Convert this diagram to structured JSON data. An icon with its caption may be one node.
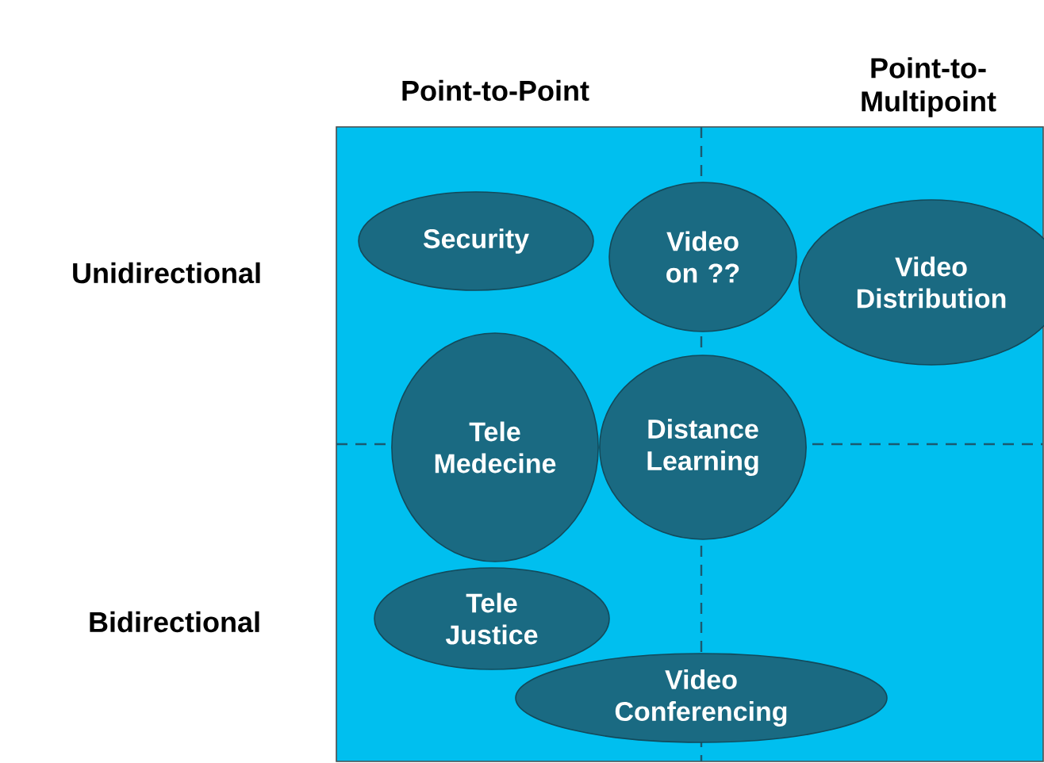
{
  "diagram": {
    "nodes": [
      {
        "text": [
          "Security"
        ]
      },
      {
        "text": [
          "Video on ??"
        ]
      },
      {
        "text": [
          "Video Distribution"
        ]
      },
      {
        "text": [
          "Tele Medecine"
        ]
      },
      {
        "text": [
          "Distance Learning"
        ]
      },
      {
        "text": [
          "Tele Justice"
        ]
      },
      {
        "text": [
          "Video Conferencing"
        ]
      }
    ],
    "labels": [
      "Point-to-Point",
      "Point-to- Multipoint",
      "Unidirectional",
      "Bidirectional"
    ]
  }
}
